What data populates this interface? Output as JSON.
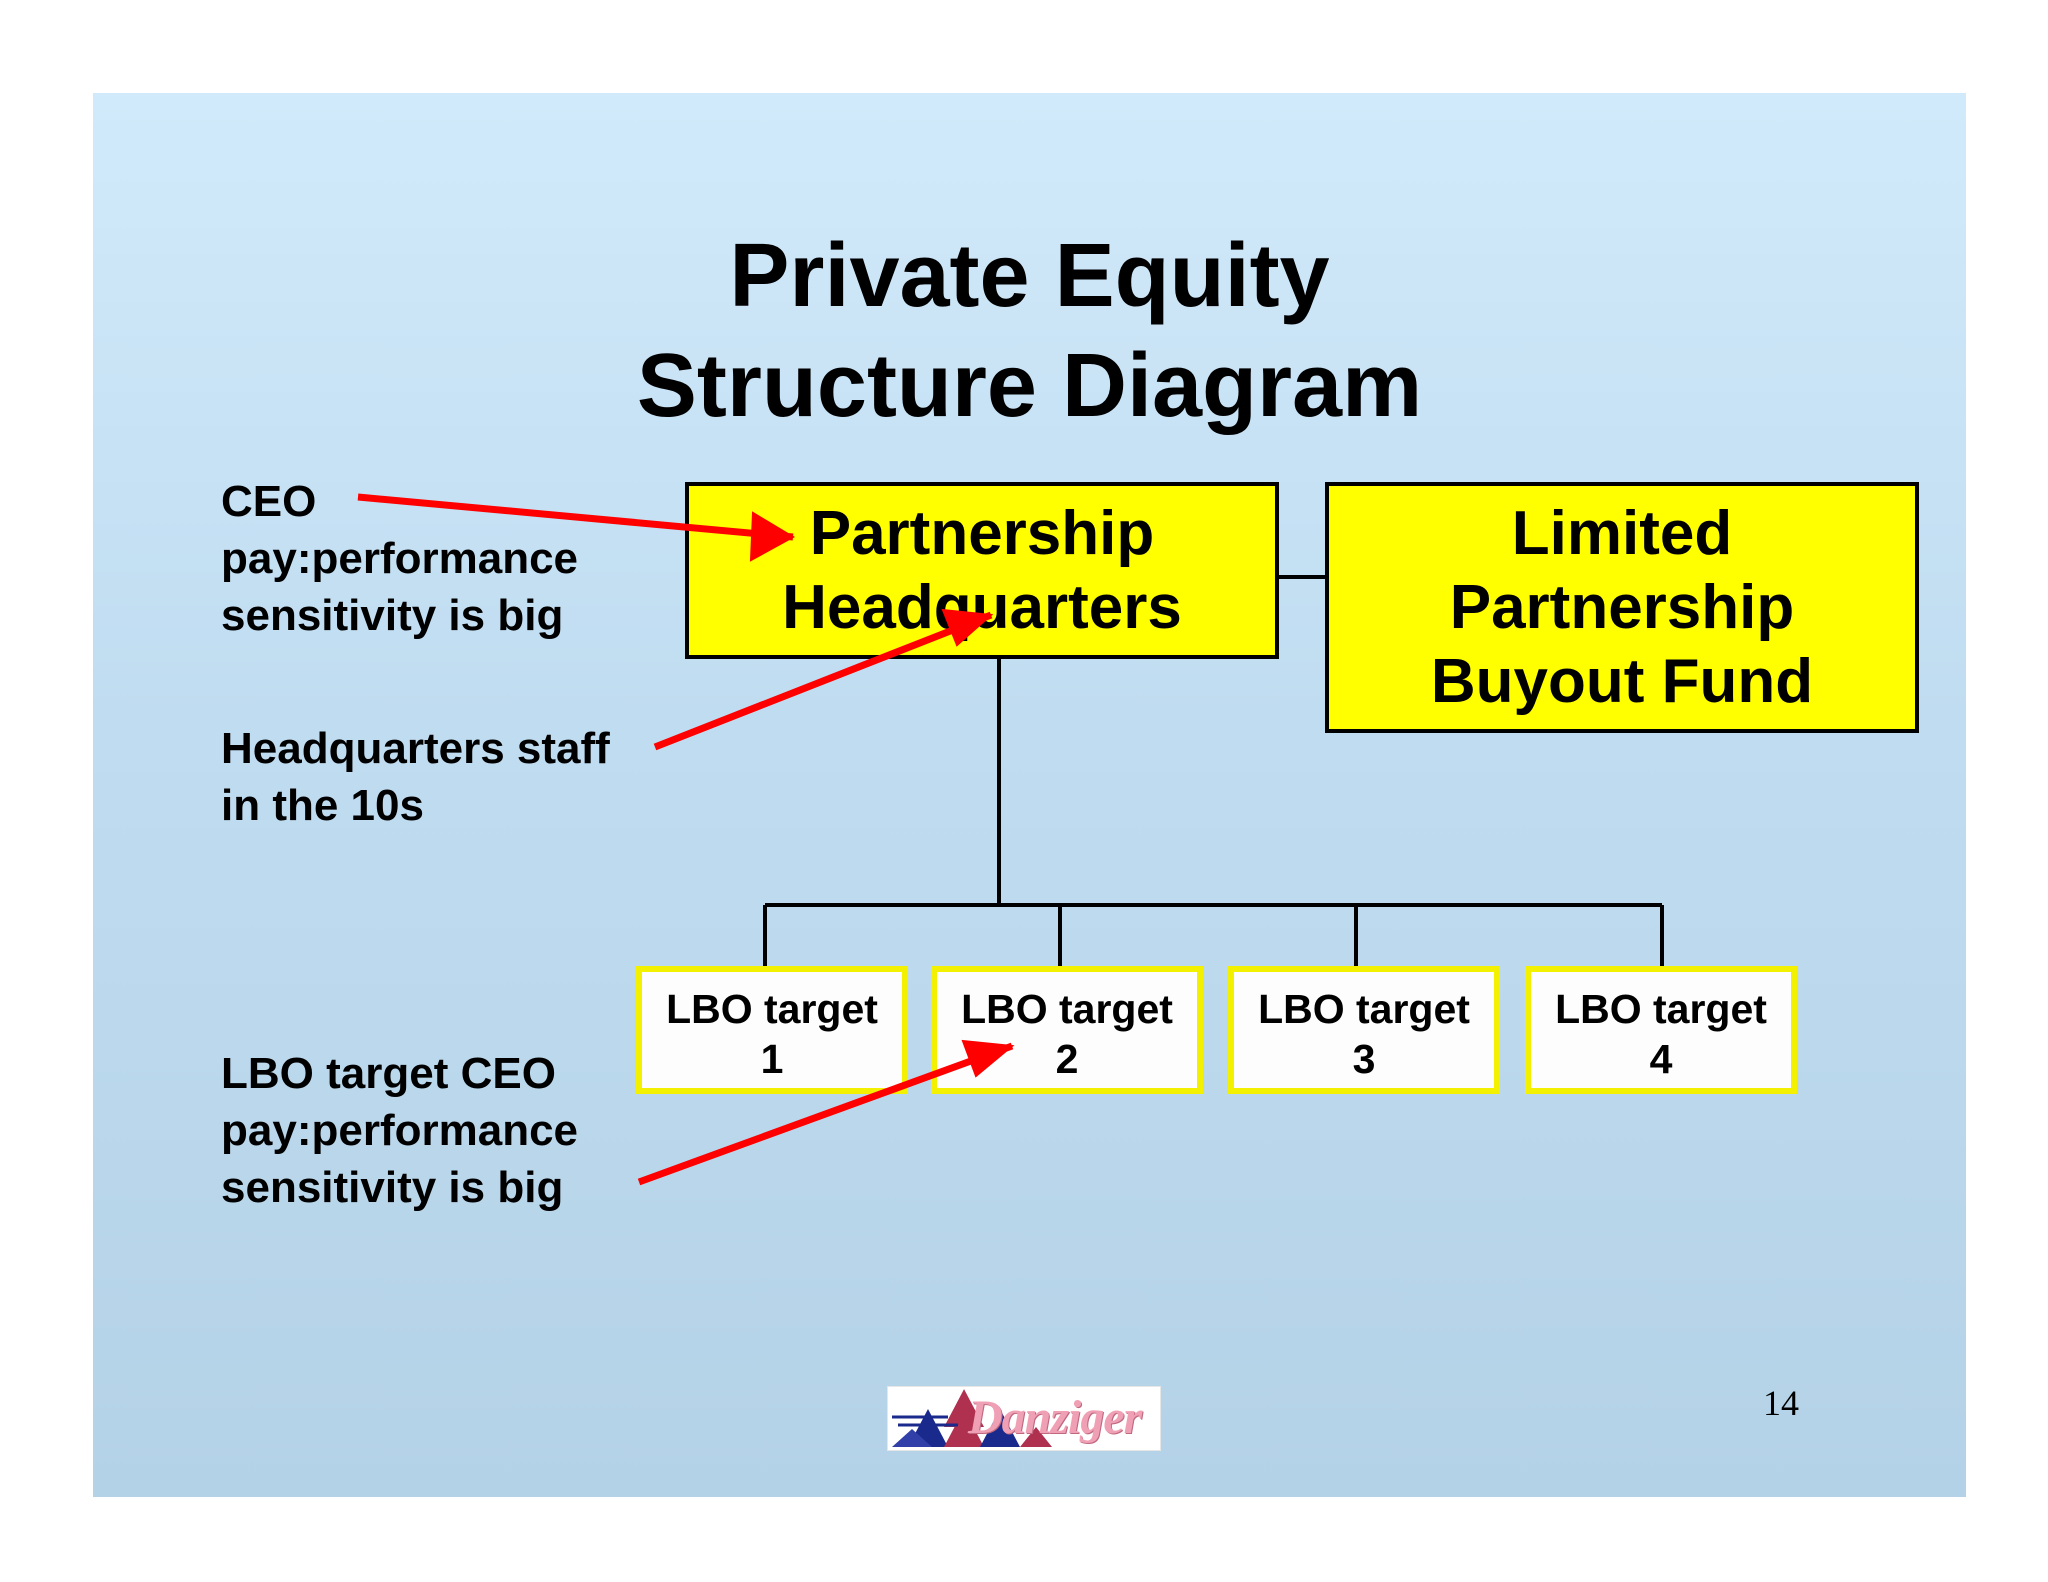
{
  "slide": {
    "title_line1": "Private Equity",
    "title_line2": "Structure Diagram",
    "page_number": "14"
  },
  "boxes": {
    "headquarters": [
      "Partnership",
      "Headquarters"
    ],
    "fund": [
      "Limited",
      "Partnership",
      "Buyout Fund"
    ],
    "lbo_targets": [
      [
        "LBO target",
        "1"
      ],
      [
        "LBO target",
        "2"
      ],
      [
        "LBO target",
        "3"
      ],
      [
        "LBO target",
        "4"
      ]
    ]
  },
  "annotations": {
    "ceo_pay": [
      "CEO",
      "pay:performance",
      "sensitivity is big"
    ],
    "hq_staff": [
      "Headquarters staff",
      "in the 10s"
    ],
    "lbo_ceo_pay": [
      "LBO target CEO",
      "pay:performance",
      "sensitivity is big"
    ]
  },
  "logo": {
    "text": "Danziger"
  },
  "colors": {
    "box_fill": "#ffff00",
    "arrow": "#ff0000",
    "lbo_border": "#f3f000"
  }
}
